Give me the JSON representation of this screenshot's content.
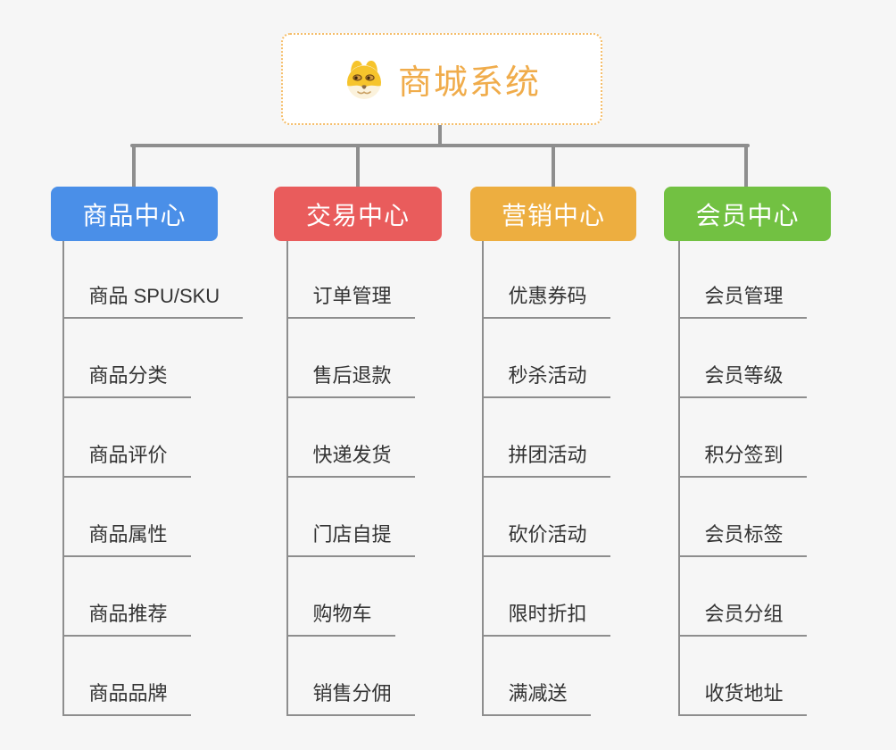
{
  "root": {
    "title": "商城系统",
    "icon": "dog-face-icon",
    "title_color": "#F0AC4B",
    "border_color": "#F5BE6B"
  },
  "colors": {
    "background": "#F6F6F6",
    "connector": "#8E8E8E",
    "item_text": "#333333",
    "node_text": "#FFFFFF"
  },
  "branches": [
    {
      "label": "商品中心",
      "color": "#4A8FE8",
      "items": [
        "商品 SPU/SKU",
        "商品分类",
        "商品评价",
        "商品属性",
        "商品推荐",
        "商品品牌"
      ]
    },
    {
      "label": "交易中心",
      "color": "#E95C5C",
      "items": [
        "订单管理",
        "售后退款",
        "快递发货",
        "门店自提",
        "购物车",
        "销售分佣"
      ]
    },
    {
      "label": "营销中心",
      "color": "#EDAE40",
      "items": [
        "优惠券码",
        "秒杀活动",
        "拼团活动",
        "砍价活动",
        "限时折扣",
        "满减送"
      ]
    },
    {
      "label": "会员中心",
      "color": "#72C142",
      "items": [
        "会员管理",
        "会员等级",
        "积分签到",
        "会员标签",
        "会员分组",
        "收货地址"
      ]
    }
  ]
}
